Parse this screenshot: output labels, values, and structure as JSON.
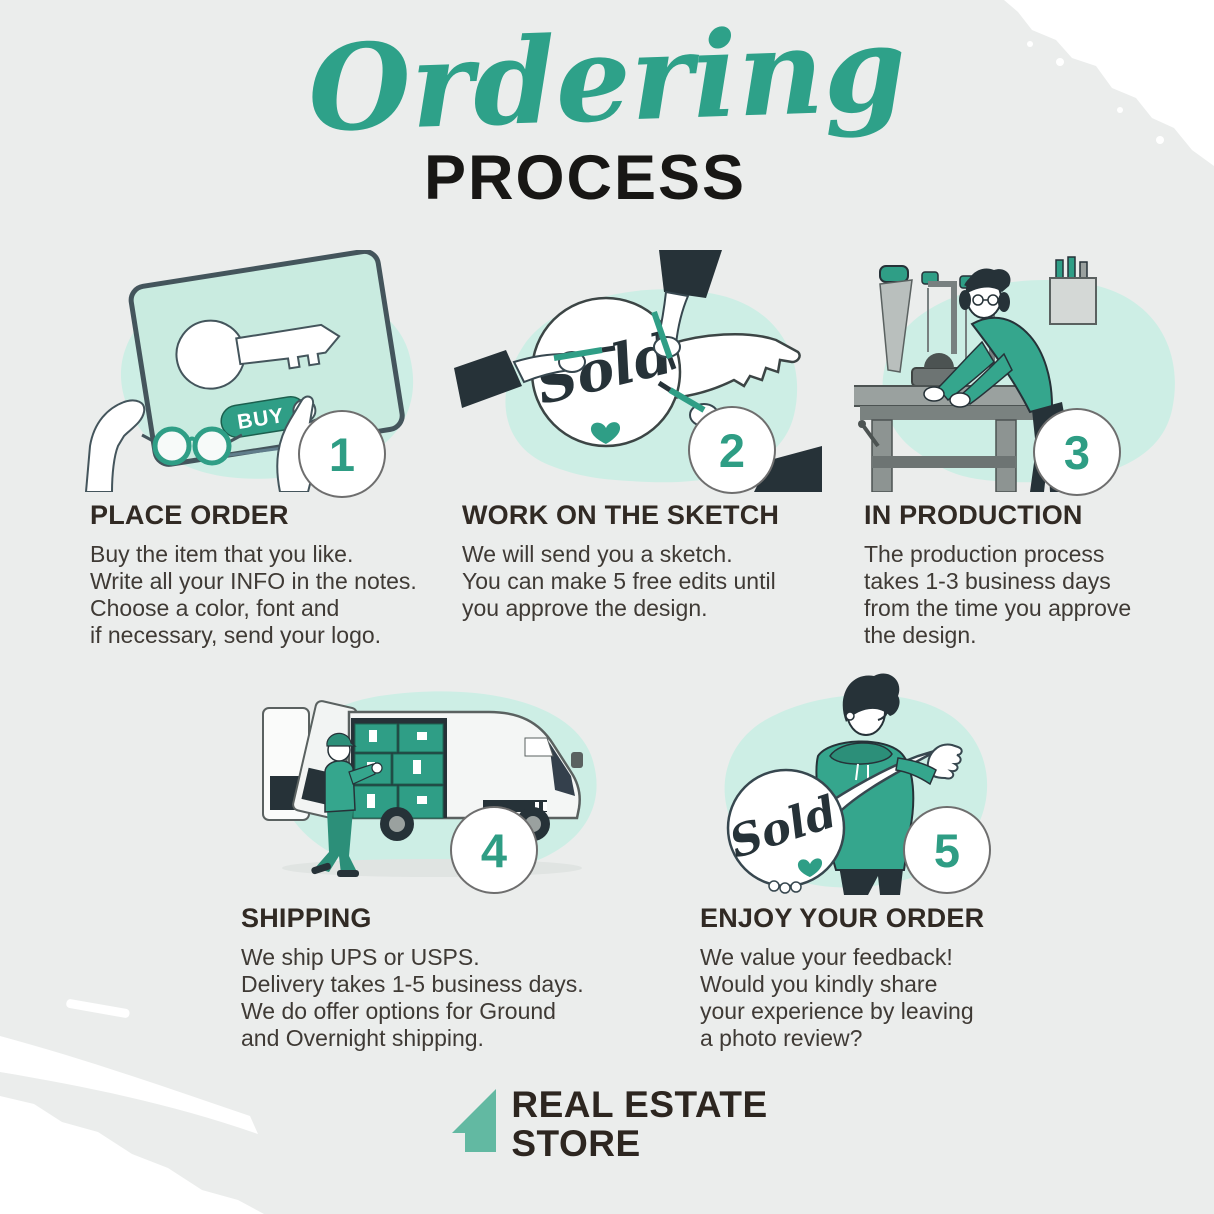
{
  "title": {
    "script": "Ordering",
    "main": "PROCESS"
  },
  "steps": [
    {
      "number": "1",
      "heading": "PLACE ORDER",
      "lines": [
        "Buy the item that you like.",
        "Write all your INFO in the notes.",
        "Choose a color, font and",
        "if necessary, send your logo."
      ]
    },
    {
      "number": "2",
      "heading": "WORK ON THE SKETCH",
      "lines": [
        "We will send you a sketch.",
        "You can make 5 free edits until",
        "you approve the design.",
        ""
      ]
    },
    {
      "number": "3",
      "heading": "IN PRODUCTION",
      "lines": [
        "The production process",
        "takes 1-3 business days",
        "from the time you approve",
        "the design."
      ]
    },
    {
      "number": "4",
      "heading": "SHIPPING",
      "lines": [
        "We ship UPS or USPS.",
        "Delivery takes 1-5 business days.",
        "We do offer options for Ground",
        "and Overnight shipping."
      ]
    },
    {
      "number": "5",
      "heading": "ENJOY YOUR ORDER",
      "lines": [
        "We value your feedback!",
        "Would you kindly share",
        "your experience by leaving",
        "a photo review?"
      ]
    }
  ],
  "illustrations": {
    "buy_label": "BUY",
    "sold_text": "Sold"
  },
  "footer": {
    "brand_line1": "REAL ESTATE",
    "brand_line2": "STORE"
  },
  "colors": {
    "accent_teal": "#2f9e86",
    "mint": "#cdeee5",
    "dark_navy": "#263238",
    "background": "#ebedec",
    "logo_teal": "#62b9a2"
  }
}
